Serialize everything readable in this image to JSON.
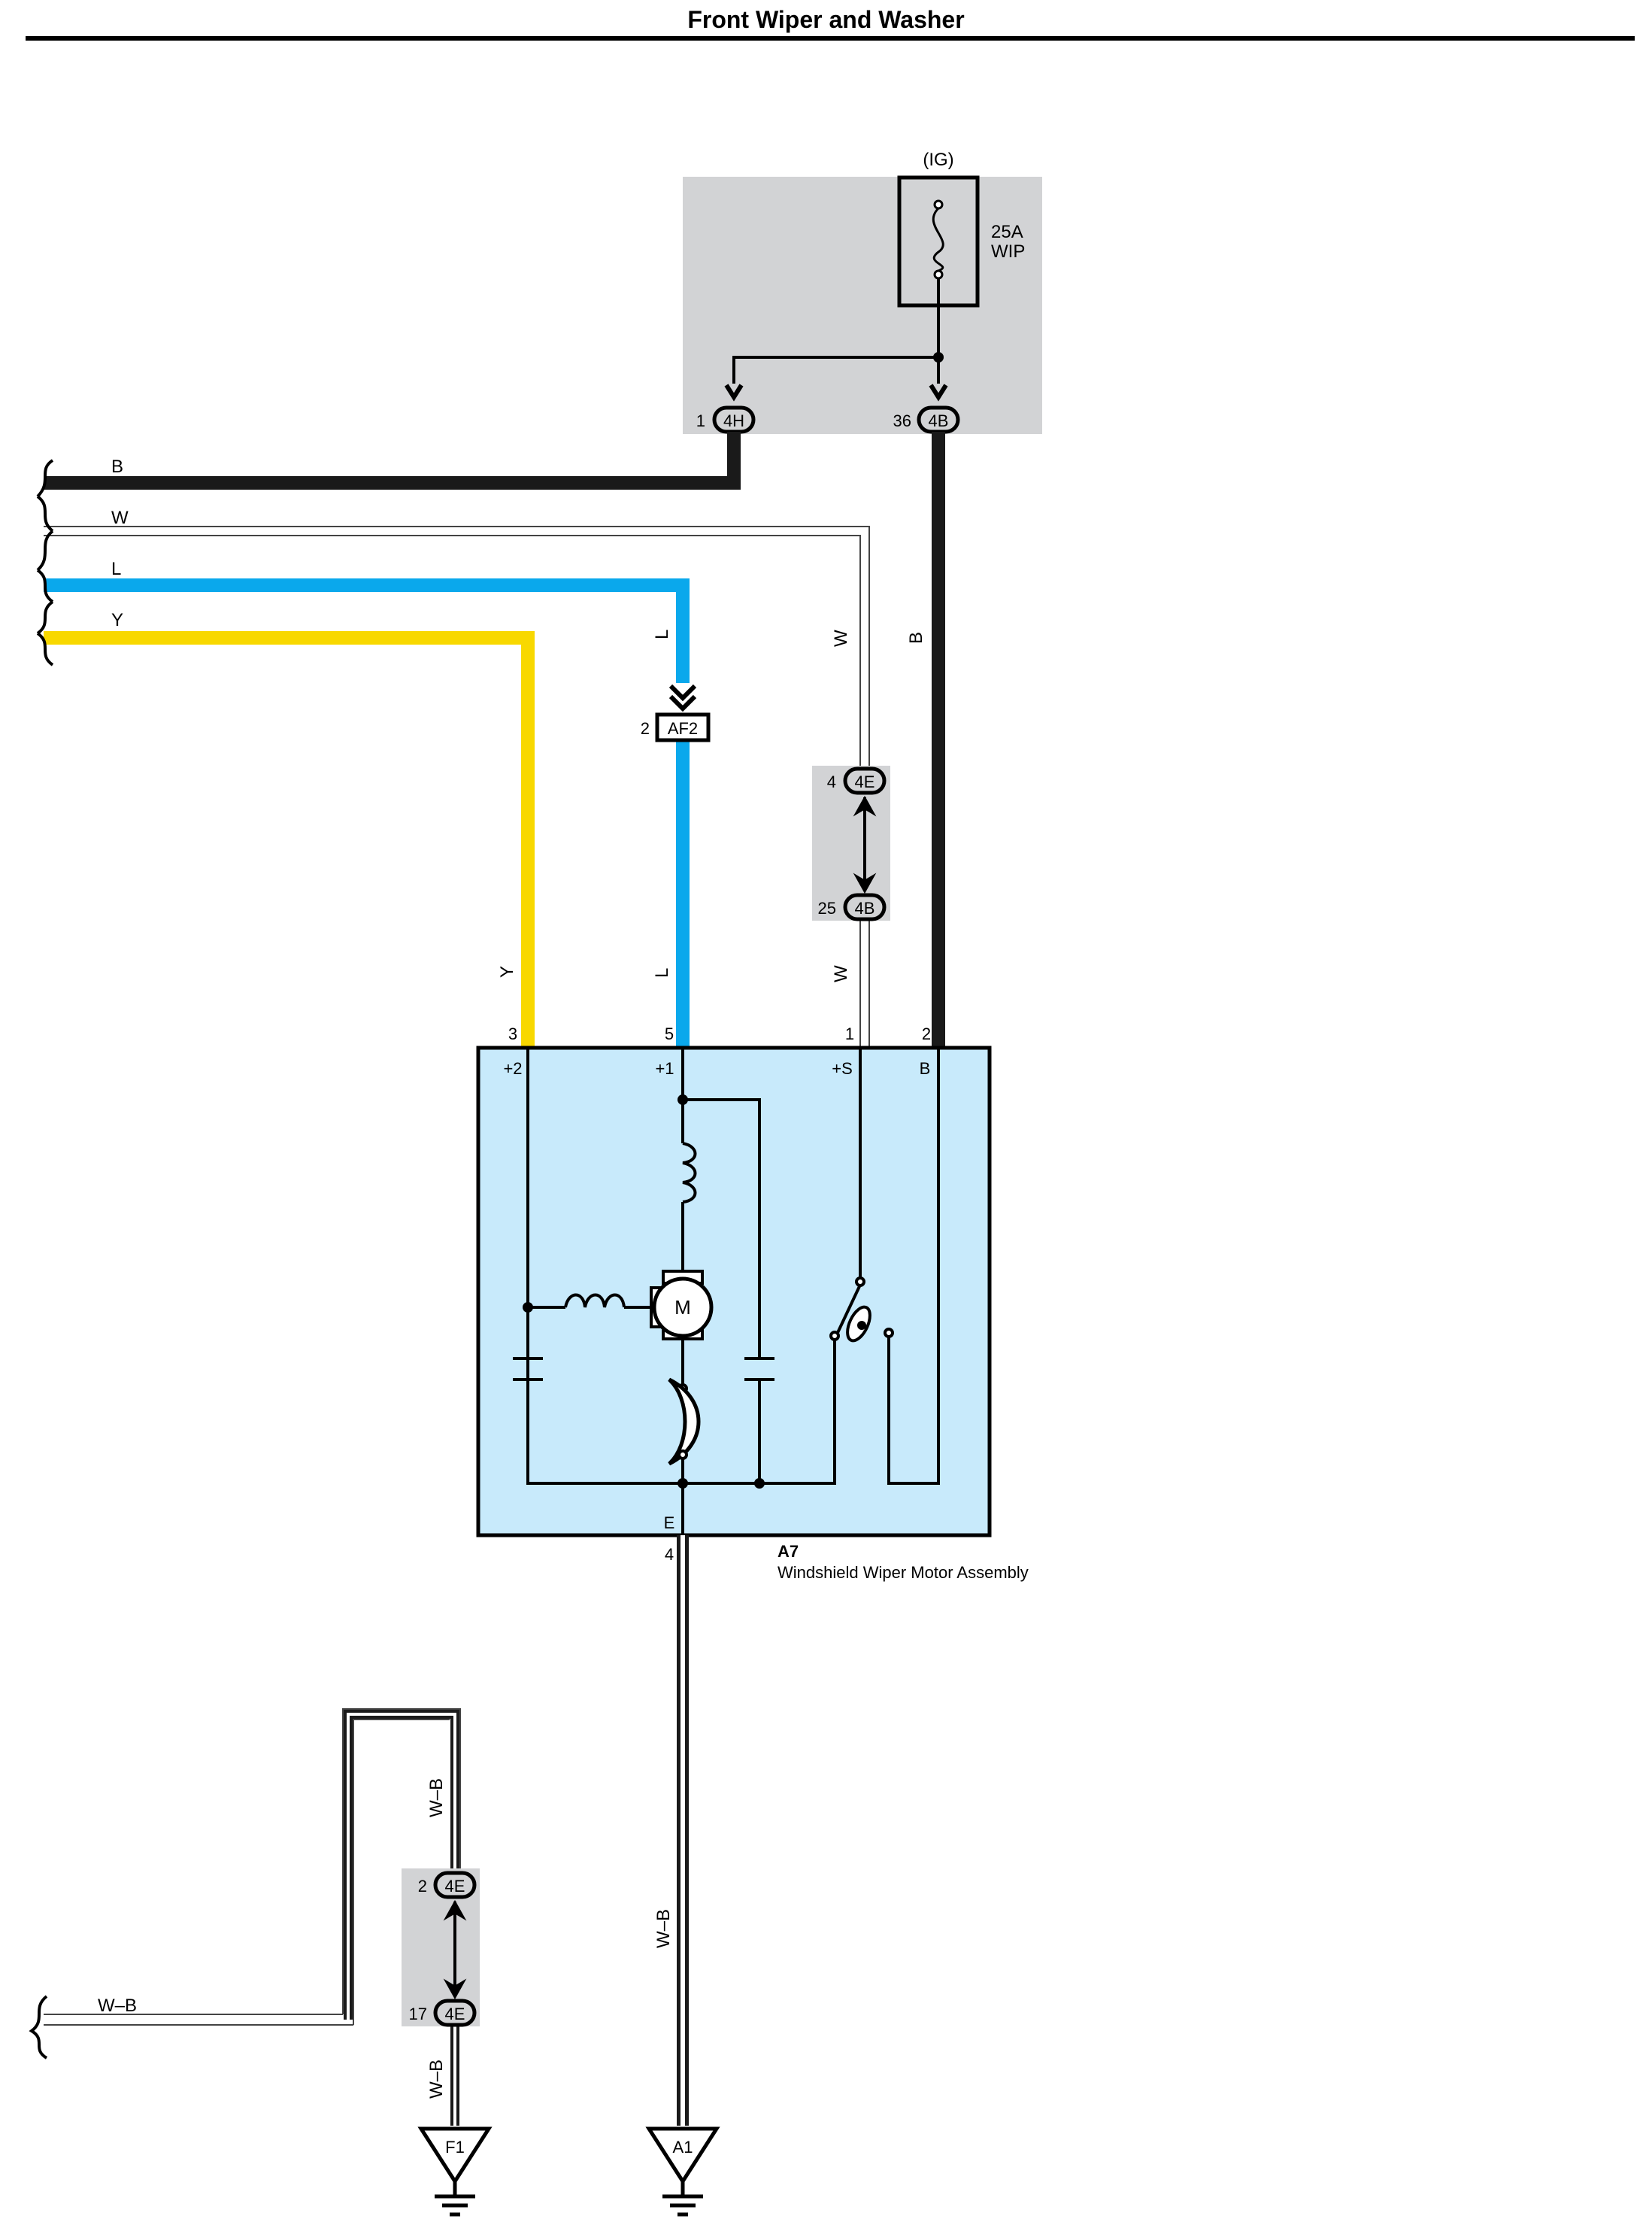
{
  "title": "Front Wiper and Washer",
  "colors": {
    "black_wire": "#1a1a1a",
    "blue_wire": "#0aa8ec",
    "yellow_wire": "#f8d800",
    "junction_box_fill": "#d2d3d5",
    "motor_box_fill": "#c8eafb"
  },
  "fuse": {
    "power_label": "(IG)",
    "rating": "25A",
    "name": "WIP"
  },
  "left_wires": [
    {
      "color_code": "B"
    },
    {
      "color_code": "W"
    },
    {
      "color_code": "L"
    },
    {
      "color_code": "Y"
    }
  ],
  "connectors": {
    "c4h": {
      "pin": "1",
      "id": "4H"
    },
    "c4b_top": {
      "pin": "36",
      "id": "4B"
    },
    "af2": {
      "pin": "2",
      "id": "AF2"
    },
    "c4e_mid": {
      "pin": "4",
      "id": "4E"
    },
    "c4b_mid": {
      "pin": "25",
      "id": "4B"
    },
    "c4e_low_top": {
      "pin": "2",
      "id": "4E"
    },
    "c4e_low_bot": {
      "pin": "17",
      "id": "4E"
    }
  },
  "wire_labels": {
    "l_upper": "L",
    "w_upper": "W",
    "b_right": "B",
    "y_lower": "Y",
    "l_lower": "L",
    "w_lower": "W",
    "wb_motor": "W–B",
    "wb_f1_upper": "W–B",
    "wb_f1_lower": "W–B",
    "wb_left": "W–B"
  },
  "motor": {
    "code": "A7",
    "name": "Windshield Wiper Motor Assembly",
    "motor_symbol": "M",
    "pins": [
      {
        "number": "3",
        "label": "+2"
      },
      {
        "number": "5",
        "label": "+1"
      },
      {
        "number": "1",
        "label": "+S"
      },
      {
        "number": "2",
        "label": "B"
      }
    ],
    "ground_pin": {
      "number": "4",
      "label": "E"
    }
  },
  "grounds": [
    {
      "id": "F1"
    },
    {
      "id": "A1"
    }
  ]
}
